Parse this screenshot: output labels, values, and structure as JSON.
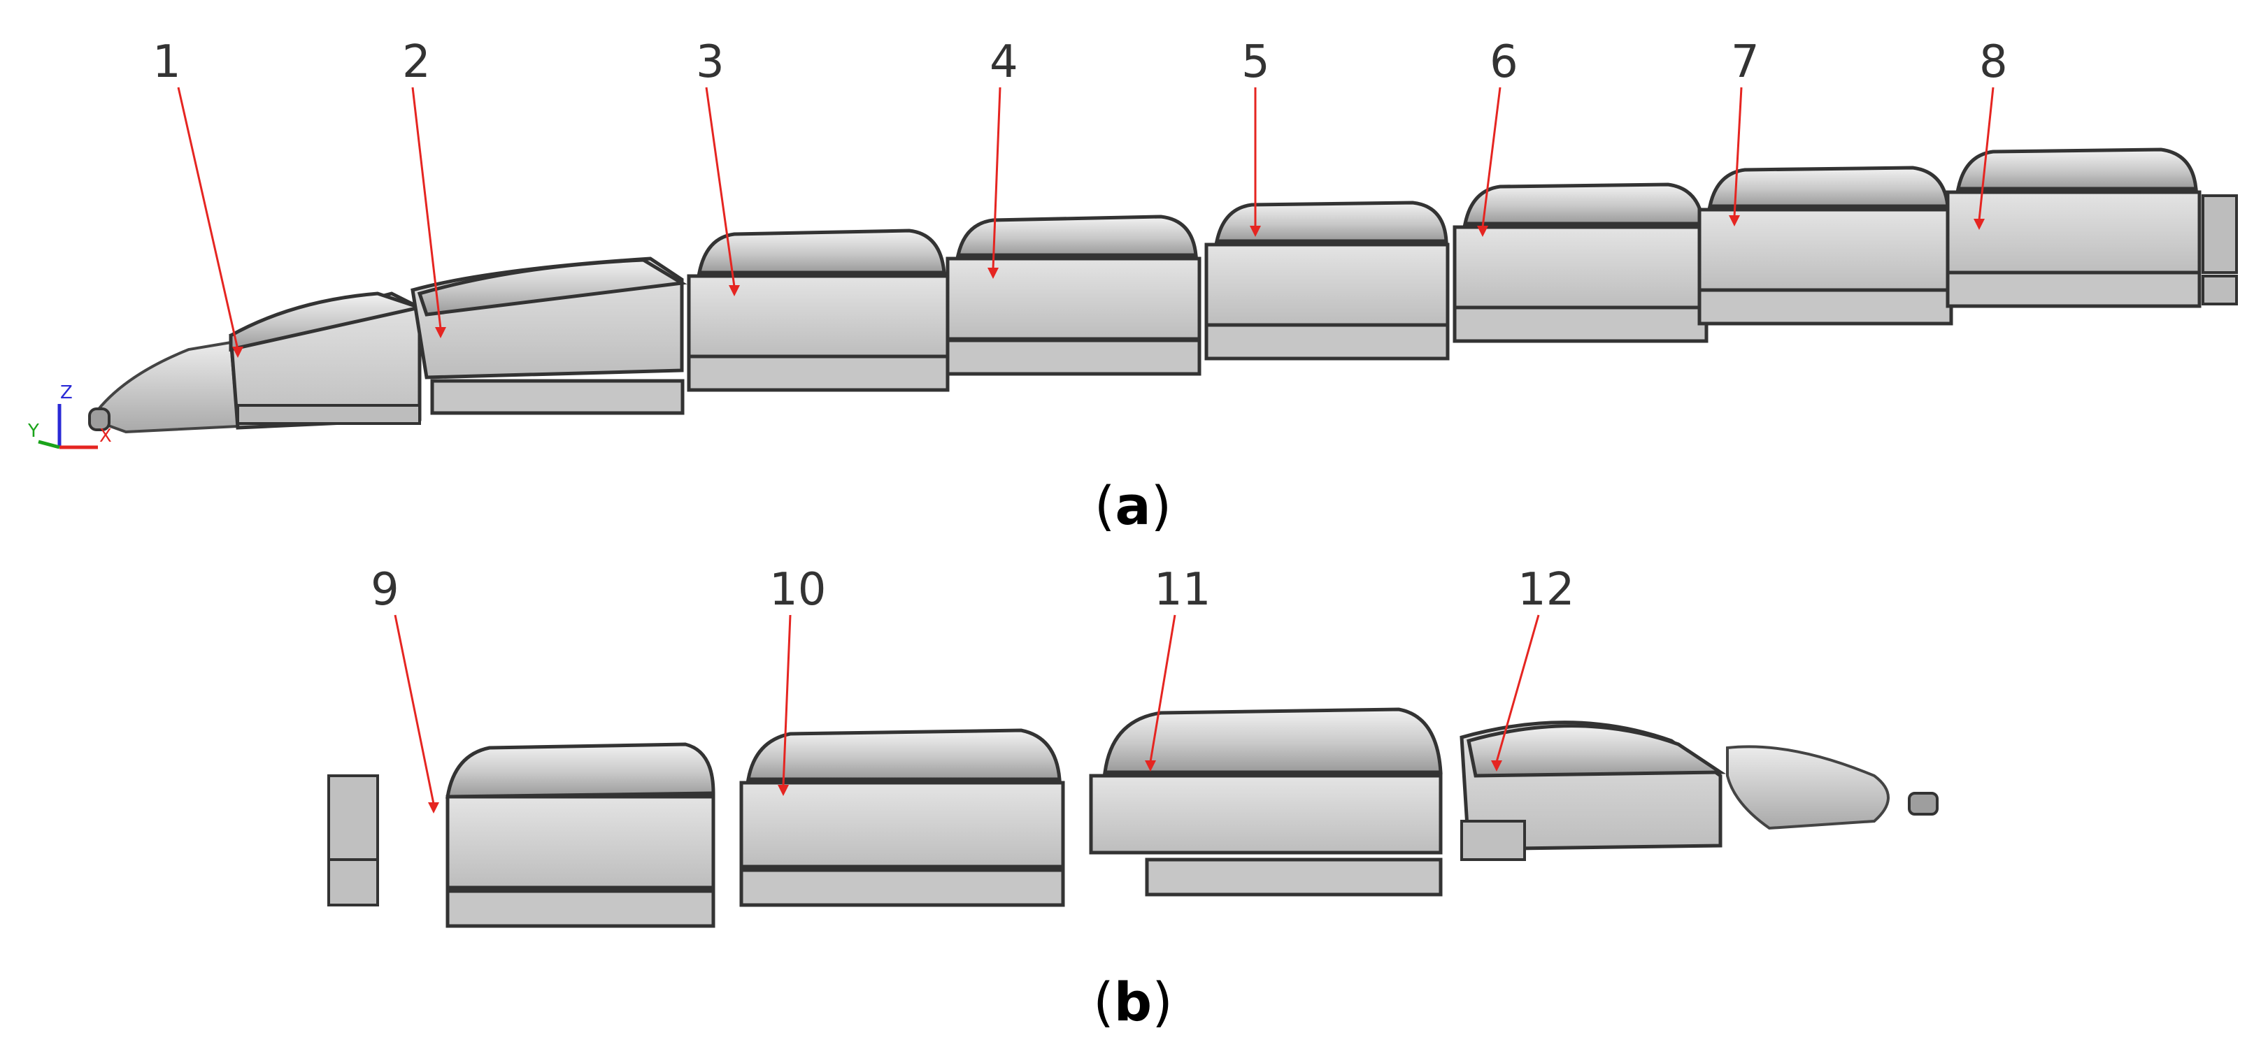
{
  "panels": [
    {
      "caption": {
        "open": "(",
        "letter": "a",
        "close": ")"
      },
      "car_labels": [
        "1",
        "2",
        "3",
        "4",
        "5",
        "6",
        "7",
        "8"
      ],
      "axes_triad": {
        "z": "Z",
        "y": "Y",
        "x": "X"
      }
    },
    {
      "caption": {
        "open": "(",
        "letter": "b",
        "close": ")"
      },
      "car_labels": [
        "9",
        "10",
        "11",
        "12"
      ]
    }
  ],
  "colors": {
    "body_fill": "#c4c4c4",
    "body_dark": "#3a3a3a",
    "marker": "#e52521",
    "label_text": "#333333",
    "axis_z": "#2a2ad6",
    "axis_y": "#1aa31a",
    "axis_x": "#e52521"
  }
}
